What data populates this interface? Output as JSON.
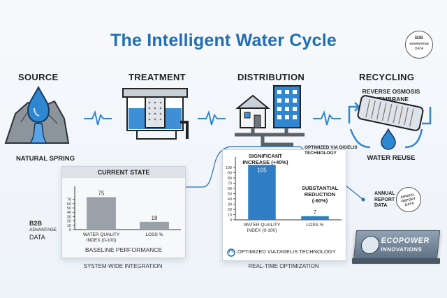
{
  "title": "The Intelligent Water Cycle",
  "badge": {
    "top": "B2B",
    "middle": "ADVANTAGE",
    "bottom": "DATA"
  },
  "stages": [
    {
      "label": "SOURCE",
      "sublabel": "NATURAL SPRING"
    },
    {
      "label": "TREATMENT",
      "sublabel": ""
    },
    {
      "label": "DISTRIBUTION",
      "sublabel": ""
    },
    {
      "label": "RECYCLING",
      "sublabel_top": "REVERSE OSMOSIS MEMBRANE",
      "sublabel": "WATER REUSE"
    }
  ],
  "left_brand": {
    "line1": "B2B",
    "line2": "ADVANTAGE",
    "line3": "DATA"
  },
  "current_panel": {
    "header": "CURRENT STATE",
    "caption": "BASELINE PERFORMANCE",
    "footer": "SYSTEM-WIDE INTEGRATION"
  },
  "optimized_panel": {
    "note": "OPTIMIZED VIA DIGELIS TECHNOLOGY",
    "annotation_increase": "SIGNIFICANT INCREASE (+40%)",
    "annotation_reduction": "SUBSTANTIAL REDUCTION (-60%)",
    "logo_text": "OPTIMIZED VIA DIGELIS TECHNOLOGY",
    "footer": "REAL-TIME OPTIMIZATION"
  },
  "annual_report": {
    "label": "ANNUAL REPORT DATA",
    "stamp": "ANNUAL REPORT DATA"
  },
  "ecopower": {
    "line1": "ECOPOWER",
    "line2": "INNOVATIONS"
  },
  "chart_data": [
    {
      "type": "bar",
      "categories": [
        "WATER QUALITY INDEX (0-100)",
        "LOSS %"
      ],
      "values": [
        75,
        18
      ],
      "ylim": [
        0,
        100
      ],
      "yticks": [
        0,
        10,
        20,
        30,
        40,
        50,
        60,
        70
      ],
      "title": "CURRENT STATE",
      "bar_color": "#9aa1a9"
    },
    {
      "type": "bar",
      "categories": [
        "WATER QUALITY INDEX (0-100)",
        "LOSS %"
      ],
      "values": [
        105,
        7
      ],
      "ylim": [
        0,
        120
      ],
      "yticks": [
        0,
        10,
        20,
        30,
        40,
        50,
        60,
        70,
        80,
        90,
        100
      ],
      "title": "",
      "bar_color": "#2f7dc4"
    }
  ],
  "colors": {
    "accent": "#1f6fb5",
    "water": "#2f86d1",
    "grey_bar": "#9aa1a9"
  }
}
